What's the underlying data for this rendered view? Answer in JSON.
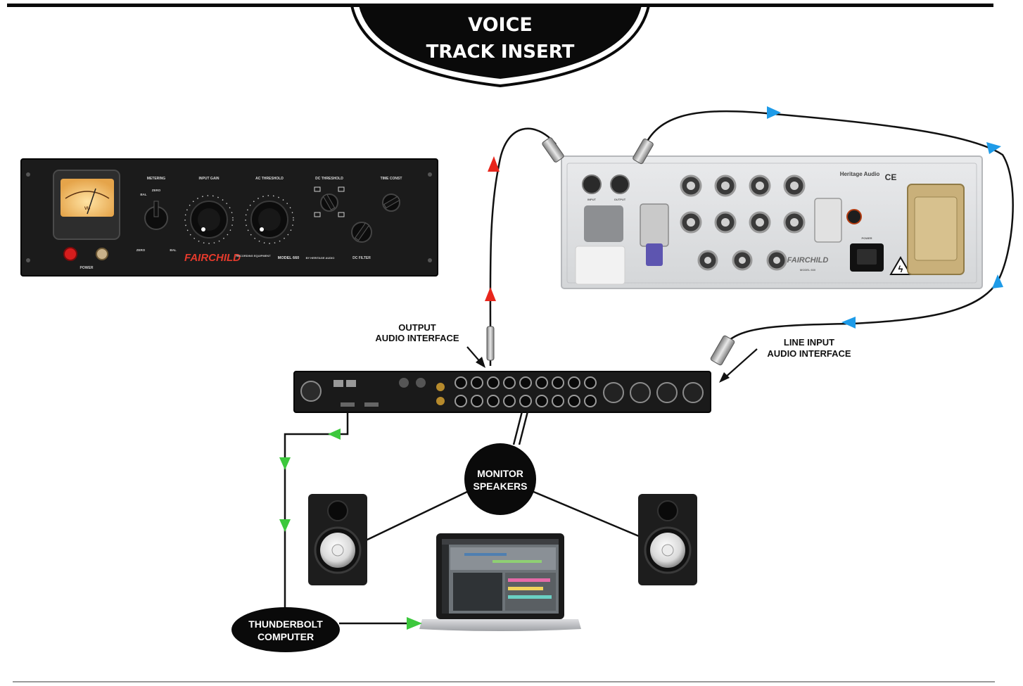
{
  "title": {
    "line1": "VOICE",
    "line2": "TRACK INSERT"
  },
  "labels": {
    "output_interface": [
      "OUTPUT",
      "AUDIO INTERFACE"
    ],
    "line_input_interface": [
      "LINE INPUT",
      "AUDIO INTERFACE"
    ],
    "monitor_speakers": [
      "MONITOR",
      "SPEAKERS"
    ],
    "thunderbolt_computer": [
      "THUNDERBOLT",
      "COMPUTER"
    ]
  },
  "compressor_front": {
    "brand": "FAIRCHILD",
    "model": "MODEL 660",
    "sub_text": "RECORDING EQUIPMENT",
    "maker": "BY HERITAGE AUDIO",
    "knob_labels": [
      "METERING",
      "INPUT GAIN",
      "AC THRESHOLD",
      "DC THRESHOLD",
      "TIME CONST"
    ],
    "metering_marks": [
      "ZERO",
      "BAL",
      "ZERO",
      "BAL"
    ],
    "power_label": "POWER",
    "dc_filter_label": "DC FILTER",
    "vu_label": "VU"
  },
  "compressor_rear": {
    "brand": "FAIRCHILD",
    "model": "MODEL 660",
    "maker_logo": "Heritage Audio",
    "input_label": "INPUT",
    "output_label": "OUTPUT",
    "ce_mark": "CE",
    "power_label": "POWER"
  },
  "colors": {
    "signal_out": "#e8261c",
    "signal_return": "#1e9be8",
    "thunderbolt": "#3cc83c",
    "cable": "#111111",
    "title_bg": "#0a0a0a"
  }
}
